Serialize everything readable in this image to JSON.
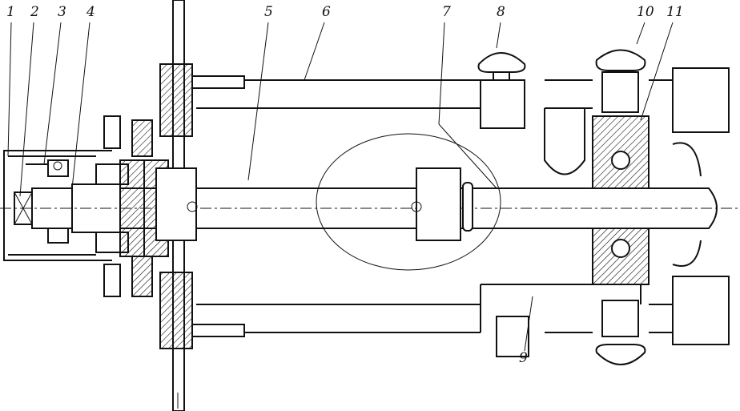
{
  "drawing": {
    "labels": {
      "l1": "1",
      "l2": "2",
      "l3": "3",
      "l4": "4",
      "l5": "5",
      "l6": "6",
      "l7": "7",
      "l8": "8",
      "l9": "9",
      "l10": "10",
      "l11": "11"
    }
  }
}
